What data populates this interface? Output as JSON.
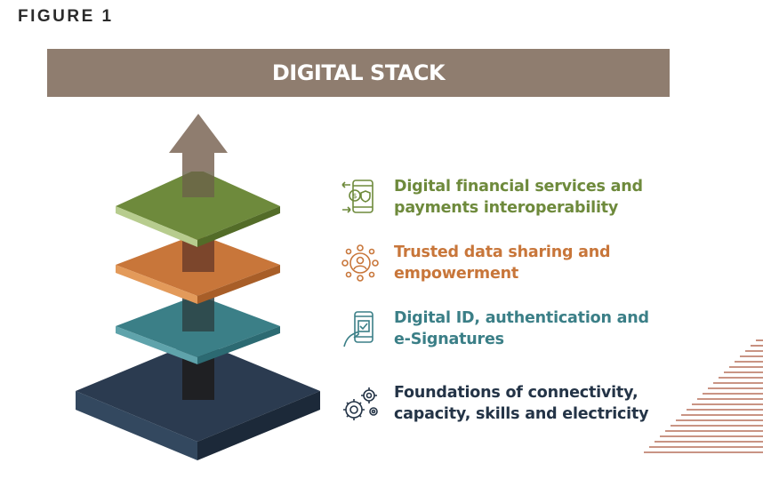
{
  "figure_label": "FIGURE 1",
  "title": "DIGITAL STACK",
  "colors": {
    "banner": "#8f7d6f",
    "financial": "#6e8a3c",
    "data_sharing": "#c8763a",
    "digital_id": "#3b7f87",
    "foundations": "#243447",
    "arrow": "#8f7d6f"
  },
  "layers": [
    {
      "label": "Digital financial services and payments interoperability",
      "icon": "mobile-payment-icon"
    },
    {
      "label": "Trusted data sharing and empowerment",
      "icon": "data-sharing-network-icon"
    },
    {
      "label": "Digital ID, authentication and e-Signatures",
      "icon": "phone-id-check-icon"
    },
    {
      "label": "Foundations of connectivity, capacity, skills and electricity",
      "icon": "gears-icon"
    }
  ]
}
